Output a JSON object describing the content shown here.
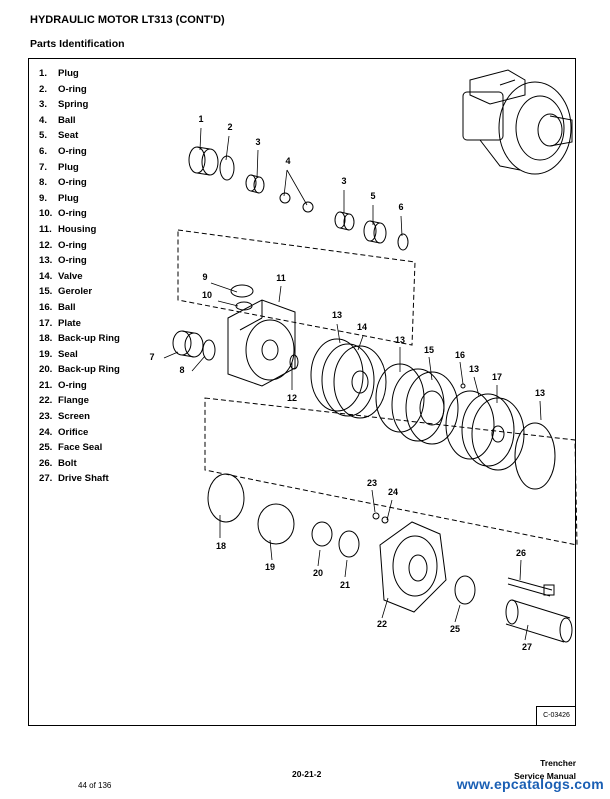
{
  "header": {
    "title": "HYDRAULIC MOTOR LT313 (CONT'D)",
    "subtitle": "Parts Identification"
  },
  "parts": [
    {
      "num": "1.",
      "name": "Plug"
    },
    {
      "num": "2.",
      "name": "O-ring"
    },
    {
      "num": "3.",
      "name": "Spring"
    },
    {
      "num": "4.",
      "name": "Ball"
    },
    {
      "num": "5.",
      "name": "Seat"
    },
    {
      "num": "6.",
      "name": "O-ring"
    },
    {
      "num": "7.",
      "name": "Plug"
    },
    {
      "num": "8.",
      "name": "O-ring"
    },
    {
      "num": "9.",
      "name": "Plug"
    },
    {
      "num": "10.",
      "name": "O-ring"
    },
    {
      "num": "11.",
      "name": "Housing"
    },
    {
      "num": "12.",
      "name": "O-ring"
    },
    {
      "num": "13.",
      "name": "O-ring"
    },
    {
      "num": "14.",
      "name": "Valve"
    },
    {
      "num": "15.",
      "name": "Geroler"
    },
    {
      "num": "16.",
      "name": "Ball"
    },
    {
      "num": "17.",
      "name": "Plate"
    },
    {
      "num": "18.",
      "name": "Back-up Ring"
    },
    {
      "num": "19.",
      "name": "Seal"
    },
    {
      "num": "20.",
      "name": "Back-up Ring"
    },
    {
      "num": "21.",
      "name": "O-ring"
    },
    {
      "num": "22.",
      "name": "Flange"
    },
    {
      "num": "23.",
      "name": "Screen"
    },
    {
      "num": "24.",
      "name": "Orifice"
    },
    {
      "num": "25.",
      "name": "Face Seal"
    },
    {
      "num": "26.",
      "name": "Bolt"
    },
    {
      "num": "27.",
      "name": "Drive Shaft"
    }
  ],
  "callouts": [
    "1",
    "2",
    "3",
    "4",
    "3",
    "5",
    "6",
    "9",
    "10",
    "11",
    "7",
    "8",
    "12",
    "13",
    "14",
    "13",
    "15",
    "16",
    "13",
    "17",
    "13",
    "23",
    "24",
    "18",
    "19",
    "20",
    "21",
    "22",
    "26",
    "25",
    "27"
  ],
  "diagram_code": "C-03426",
  "footer": {
    "page_of": "44 of 136",
    "section_number": "20-21-2",
    "product": "Trencher",
    "manual": "Service Manual",
    "watermark": "www.epcatalogs.com"
  }
}
